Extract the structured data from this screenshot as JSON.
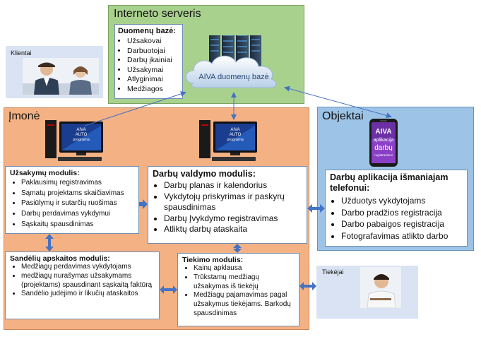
{
  "server": {
    "title": "Interneto  serveris",
    "database_heading": "Duomenų bazė:",
    "database_items": [
      "Užsakovai",
      "Darbuotojai",
      "Darbų įkainiai",
      "Užsakymai",
      "Atlyginimai",
      "Medžiagos"
    ],
    "cloud_label": "AIVA duomenų bazė"
  },
  "clients": {
    "label": "Klientai"
  },
  "company": {
    "title": "Įmonė",
    "pc_label_left": [
      "AIVA",
      "AUTO",
      "programa"
    ],
    "pc_label_right": [
      "AIVA",
      "AUTO",
      "programa"
    ],
    "orders_module": {
      "heading": "Užsakymų modulis:",
      "items": [
        "Paklausimų registravimas",
        "Sąmatų projektams skaičiavimas",
        "Pasiūlymų ir sutarčių ruošimas",
        "Darbų perdavimas vykdymui",
        "Sąskaitų spausdinimas"
      ]
    },
    "works_module": {
      "heading": "Darbų valdymo modulis:",
      "items": [
        "Darbų planas ir kalendorius",
        "Vykdytojų priskyrimas ir paskyrų spausdinimas",
        "Darbų Įvykdymo registravimas",
        "Atliktų darbų ataskaita"
      ]
    },
    "warehouse_module": {
      "heading": "Sandėlių apskaitos modulis:",
      "items": [
        "Medžiagų perdavimas vykdytojams",
        "medžiagų nurašymas užsakymams (projektams) spausdinant sąskaitą faktūrą",
        "Sandėlio judėjimo ir likučių ataskaitos"
      ]
    },
    "supply_module": {
      "heading": "Tiekimo modulis:",
      "items": [
        "Kainų apklausa",
        "Trūkstamų medžiagų užsakymas iš tiekėjų",
        "Medžiagų pajamavimas pagal užsakymus tiekėjams. Barkodų spausdinimas"
      ]
    }
  },
  "objects": {
    "title": "Objektai",
    "phone_label": [
      "AIVA",
      "aplikacija",
      "darbų",
      "registravimui"
    ],
    "app_box": {
      "heading": "Darbų aplikacija išmaniajam telefonui:",
      "items": [
        "Užduotys vykdytojams",
        "Darbo pradžios registracija",
        "Darbo pabaigos registracija",
        "Fotografavimas atlikto darbo"
      ]
    }
  },
  "suppliers": {
    "label": "Tiekėjai"
  },
  "colors": {
    "server_bg": "#a9d18e",
    "company_bg": "#f4b183",
    "objects_bg": "#9dc3e6",
    "people_bg": "#dae3f3",
    "arrow": "#4472c4"
  }
}
